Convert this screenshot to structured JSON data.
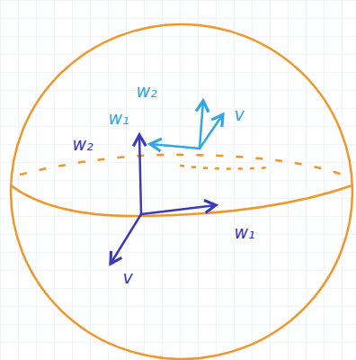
{
  "diagram": {
    "labels": [
      "w₂",
      "w₁",
      "v",
      "w₂",
      "w₁",
      "v"
    ]
  }
}
